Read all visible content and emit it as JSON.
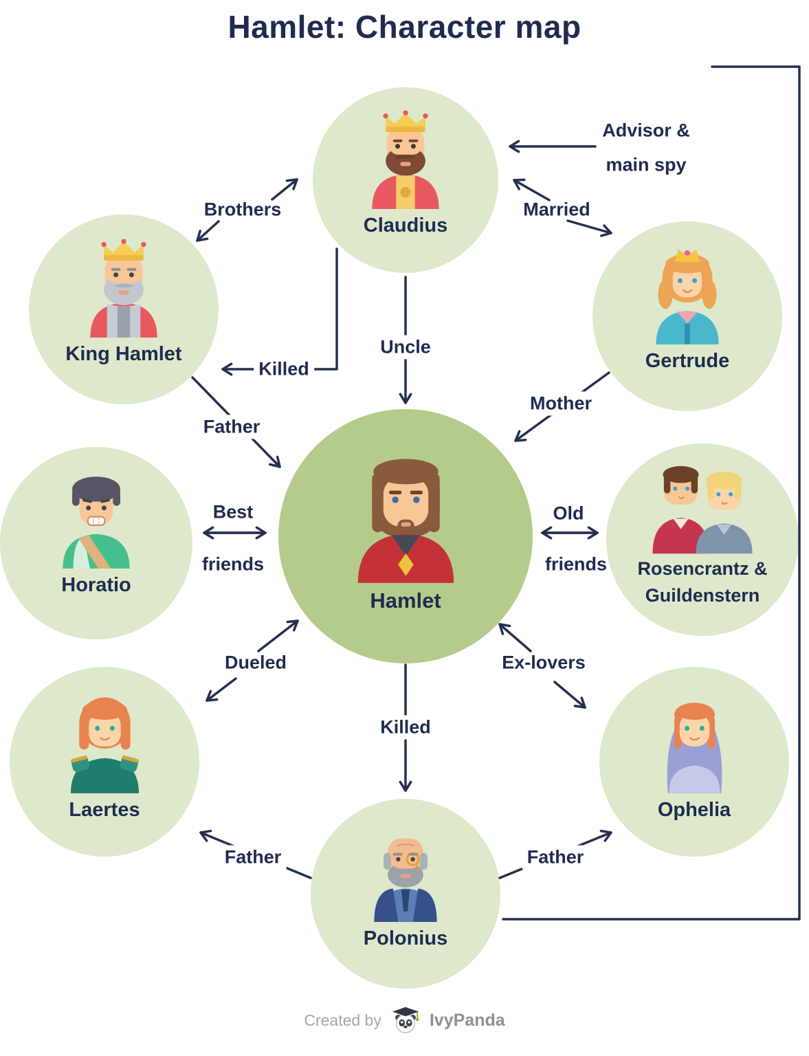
{
  "title": "Hamlet: Character map",
  "colors": {
    "background": "#ffffff",
    "circle": "#dde9ca",
    "hamlet_circle": "#b5cb8b",
    "text": "#1f2b50",
    "arrow": "#25304f",
    "footer_text": "#a4a8ac"
  },
  "nodes": {
    "claudius": {
      "label": "Claudius"
    },
    "king_hamlet": {
      "label": "King Hamlet"
    },
    "gertrude": {
      "label": "Gertrude"
    },
    "hamlet": {
      "label": "Hamlet"
    },
    "horatio": {
      "label": "Horatio"
    },
    "rosencrantz_guildenstern": {
      "label_line1": "Rosencrantz &",
      "label_line2": "Guildenstern"
    },
    "laertes": {
      "label": "Laertes"
    },
    "ophelia": {
      "label": "Ophelia"
    },
    "polonius": {
      "label": "Polonius"
    }
  },
  "relations": {
    "brothers": {
      "label": "Brothers"
    },
    "advisor": {
      "line1": "Advisor &",
      "line2": "main spy"
    },
    "married": {
      "label": "Married"
    },
    "uncle": {
      "label": "Uncle"
    },
    "killed_king": {
      "label": "Killed"
    },
    "father_hamlet": {
      "label": "Father"
    },
    "mother": {
      "label": "Mother"
    },
    "best_friends": {
      "line1": "Best",
      "line2": "friends"
    },
    "old_friends": {
      "line1": "Old",
      "line2": "friends"
    },
    "dueled": {
      "label": "Dueled"
    },
    "ex_lovers": {
      "label": "Ex-lovers"
    },
    "killed_polonius": {
      "label": "Killed"
    },
    "father_laertes": {
      "label": "Father"
    },
    "father_ophelia": {
      "label": "Father"
    }
  },
  "footer": {
    "created_by": "Created by",
    "brand": "IvyPanda"
  }
}
